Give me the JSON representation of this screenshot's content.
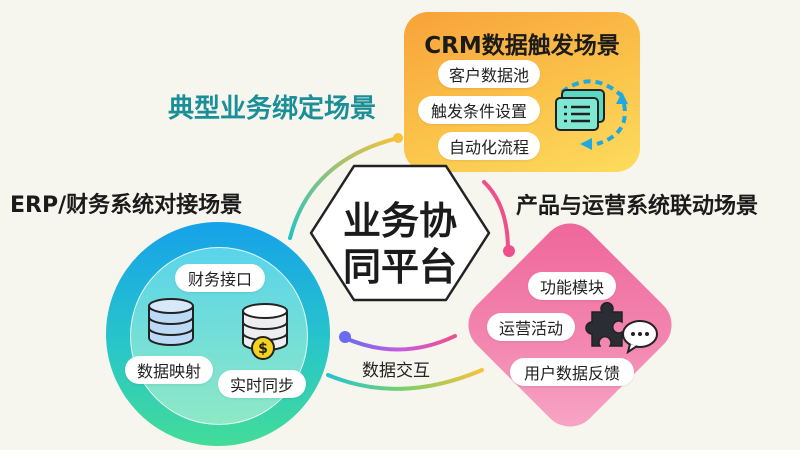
{
  "heading": "典型业务绑定场景",
  "center": {
    "line1": "业务协",
    "line2": "同平台"
  },
  "crm": {
    "title": "CRM数据触发场景",
    "items": [
      "客户数据池",
      "触发条件设置",
      "自动化流程"
    ]
  },
  "erp": {
    "title": "ERP/财务系统对接场景",
    "items": [
      "财务接口",
      "数据映射",
      "实时同步"
    ]
  },
  "product": {
    "title": "产品与运营系统联动场景",
    "items": [
      "功能模块",
      "运营活动",
      "用户数据反馈"
    ]
  },
  "connector_label": "数据交互",
  "colors": {
    "heading": "#1a8f98",
    "crm": "#f9a83c",
    "erp": "#1aa3e8",
    "product": "#f06a9c",
    "background": "#f7f6ee"
  }
}
